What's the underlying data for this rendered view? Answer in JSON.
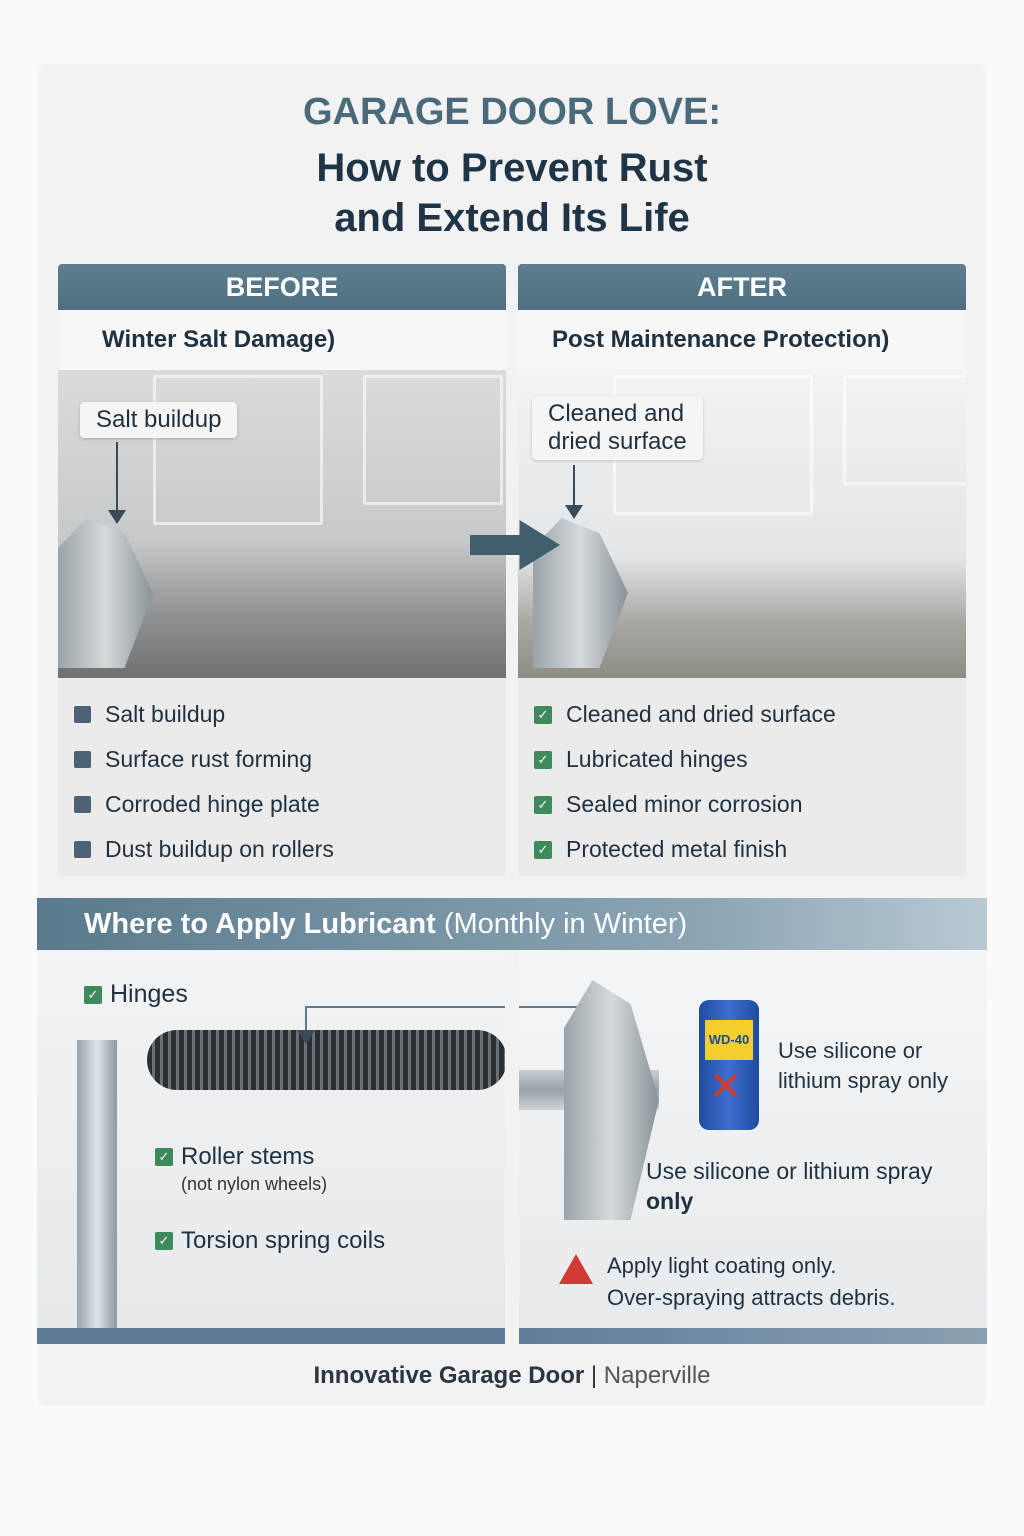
{
  "title": {
    "line1": "GARAGE DOOR LOVE:",
    "line2": "How to Prevent Rust",
    "line3": "and Extend Its Life"
  },
  "before": {
    "header": "BEFORE",
    "subtitle": "Winter Salt Damage)",
    "tag": "Salt buildup",
    "items": [
      "Salt buildup",
      "Surface rust forming",
      "Corroded hinge plate",
      "Dust buildup on rollers"
    ]
  },
  "after": {
    "header": "AFTER",
    "subtitle": "Post Maintenance Protection)",
    "tag_line1": "Cleaned and",
    "tag_line2": "dried surface",
    "items": [
      "Cleaned and dried surface",
      "Lubricated hinges",
      "Sealed minor corrosion",
      "Protected metal finish"
    ]
  },
  "lubricant": {
    "title": "Where to Apply Lubricant",
    "title_paren": "(Monthly in Winter)",
    "hinges": "Hinges",
    "roller_stems": "Roller stems",
    "roller_note": "(not nylon wheels)",
    "torsion": "Torsion spring coils",
    "can_label": "WD-40",
    "side_note_1": "Use silicone or",
    "side_note_2": "lithium spray only",
    "note_1": "Use silicone or lithium spray",
    "note_2": "only",
    "warning_1": "Apply light coating only.",
    "warning_2": "Over-spraying attracts debris."
  },
  "footer": {
    "brand": "Innovative Garage Door",
    "sep": "|",
    "location": "Naperville"
  },
  "colors": {
    "header": "#567a8a",
    "check": "#3f8a5c",
    "bullet": "#4d6274",
    "warning": "#d13b35"
  }
}
